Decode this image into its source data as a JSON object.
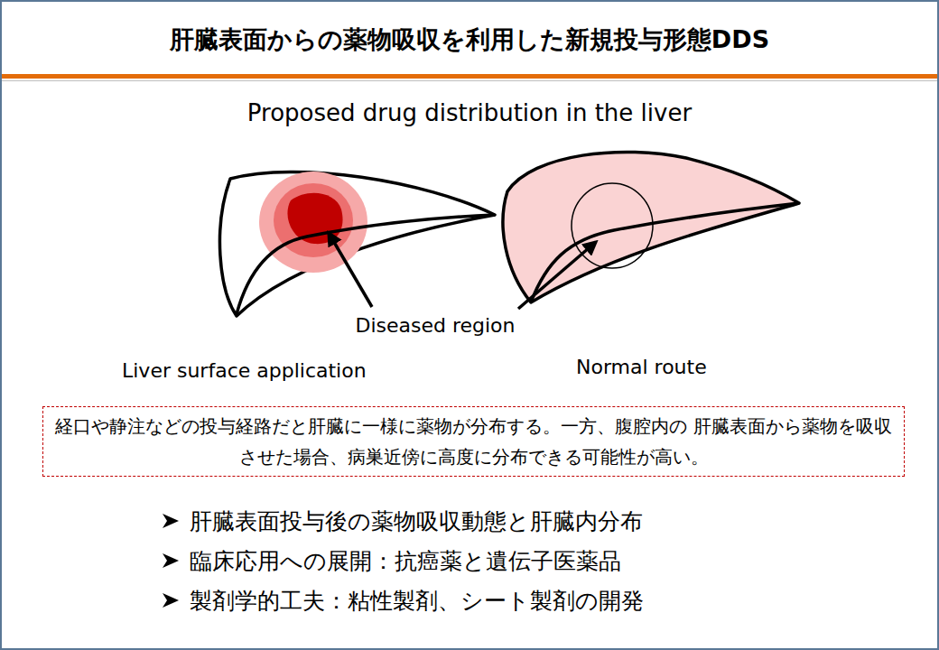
{
  "diagram": {
    "title": "肝臓表面からの薬物吸収を利用した新規投与形態DDS",
    "nodes": [
      {
        "text": [
          "経口や静注などの投与経路だと肝臓に一様に薬物が分布する。一方、腹腔内の 肝臓表面から薬物を吸収させた場合、病巣近傍に高度に分布できる可能性が高い。"
        ]
      }
    ],
    "labels": [
      "Proposed drug distribution in the liver",
      "Diseased region",
      "Liver surface application",
      "Normal route",
      "肝臓表面投与後の薬物吸収動態と肝臓内分布",
      "臨床応用への展開：抗癌薬と遺伝子医薬品",
      "製剤学的工夫：粘性製剤、シート製剤の開発"
    ]
  }
}
